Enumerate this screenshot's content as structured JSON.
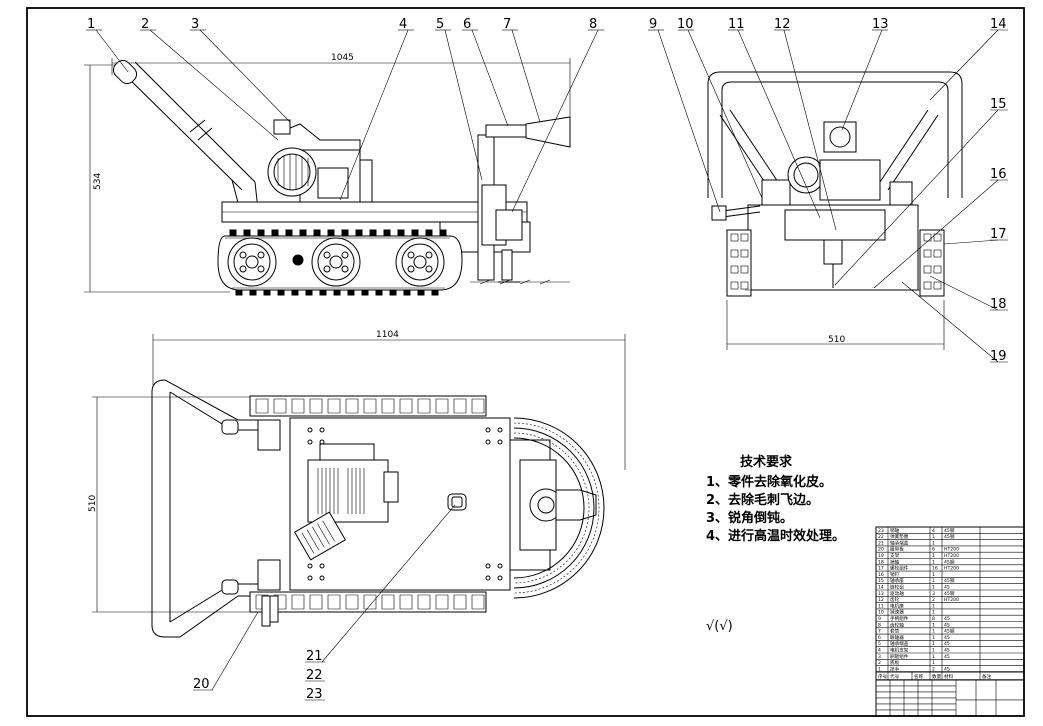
{
  "balloons": {
    "top_left": [
      "1",
      "2",
      "3",
      "4",
      "5",
      "6",
      "7",
      "8"
    ],
    "top_right": [
      "9",
      "10",
      "11",
      "12",
      "13",
      "14"
    ],
    "right_side": [
      "15",
      "16",
      "17",
      "18",
      "19"
    ],
    "bottom": [
      "20",
      "21",
      "22",
      "23"
    ]
  },
  "dimensions": {
    "front_length": "1045",
    "front_height": "534",
    "side_width": "510",
    "plan_length": "1104",
    "plan_width": "510"
  },
  "tech_requirements": {
    "title": "技术要求",
    "items": [
      "1、零件去除氧化皮。",
      "2、去除毛刺飞边。",
      "3、锐角倒钝。",
      "4、进行高温时效处理。"
    ]
  },
  "roughness_symbol": "√(√)",
  "bom": {
    "rows": [
      [
        "23",
        "销轴",
        "4",
        "45钢",
        ""
      ],
      [
        "22",
        "弹簧垫圈",
        "1",
        "45钢",
        ""
      ],
      [
        "21",
        "轴承端盖",
        "1",
        "",
        ""
      ],
      [
        "20",
        "履带板",
        "6",
        "HT200",
        ""
      ],
      [
        "19",
        "支架",
        "1",
        "HT200",
        ""
      ],
      [
        "18",
        "销轴",
        "1",
        "45钢",
        ""
      ],
      [
        "17",
        "螺栓组件",
        "16",
        "HT200",
        ""
      ],
      [
        "16",
        "销钉",
        "1",
        "",
        ""
      ],
      [
        "15",
        "轴承座",
        "1",
        "45钢",
        ""
      ],
      [
        "14",
        "链轮组",
        "1",
        "45",
        ""
      ],
      [
        "13",
        "驱动轴",
        "3",
        "45钢",
        ""
      ],
      [
        "12",
        "齿轮",
        "2",
        "HT200",
        ""
      ],
      [
        "11",
        "电机座",
        "1",
        "",
        ""
      ],
      [
        "10",
        "减速器",
        "1",
        "",
        ""
      ],
      [
        "9",
        "手柄组件",
        "8",
        "45",
        ""
      ],
      [
        "8",
        "齿轮轴",
        "1",
        "45",
        ""
      ],
      [
        "7",
        "套筒",
        "1",
        "45钢",
        ""
      ],
      [
        "6",
        "联轴器",
        "1",
        "45",
        ""
      ],
      [
        "5",
        "轴承端盖",
        "1",
        "45",
        ""
      ],
      [
        "4",
        "电机支架",
        "1",
        "45",
        ""
      ],
      [
        "3",
        "刷辊组件",
        "1",
        "45",
        ""
      ],
      [
        "2",
        "底板",
        "1",
        "",
        ""
      ],
      [
        "1",
        "扶手",
        "2",
        "45",
        ""
      ]
    ],
    "header": [
      "序号",
      "代号",
      "名称",
      "数量",
      "材料",
      "备注"
    ]
  }
}
